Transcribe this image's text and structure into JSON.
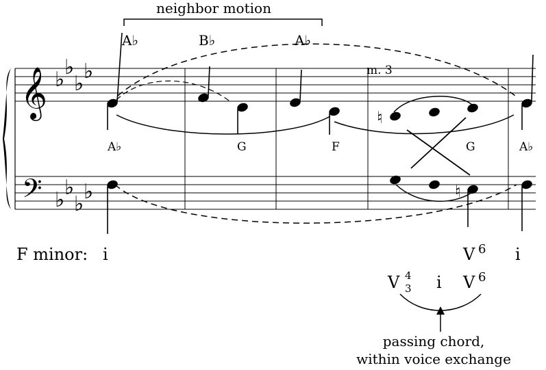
{
  "upper_labels": {
    "neighbor_motion": "neighbor motion",
    "ab_1": "A♭",
    "bb": "B♭",
    "ab_2": "A♭",
    "measure": "m. 3"
  },
  "middle_labels": {
    "ab_1": "A♭",
    "g_1": "G",
    "f": "F",
    "g_2": "G",
    "ab_2": "A♭"
  },
  "harmony": {
    "key": "F minor:",
    "i_1": "i",
    "v": "V",
    "v_sup": "6",
    "i_2": "i"
  },
  "passing": {
    "v": "V",
    "v_top": "4",
    "v_bottom": "3",
    "i": "i",
    "v6": "V",
    "v6_sup": "6",
    "caption_line1": "passing chord,",
    "caption_line2": "within voice exchange"
  },
  "clefs": {
    "treble": "𝄞",
    "bass": "𝄢"
  }
}
